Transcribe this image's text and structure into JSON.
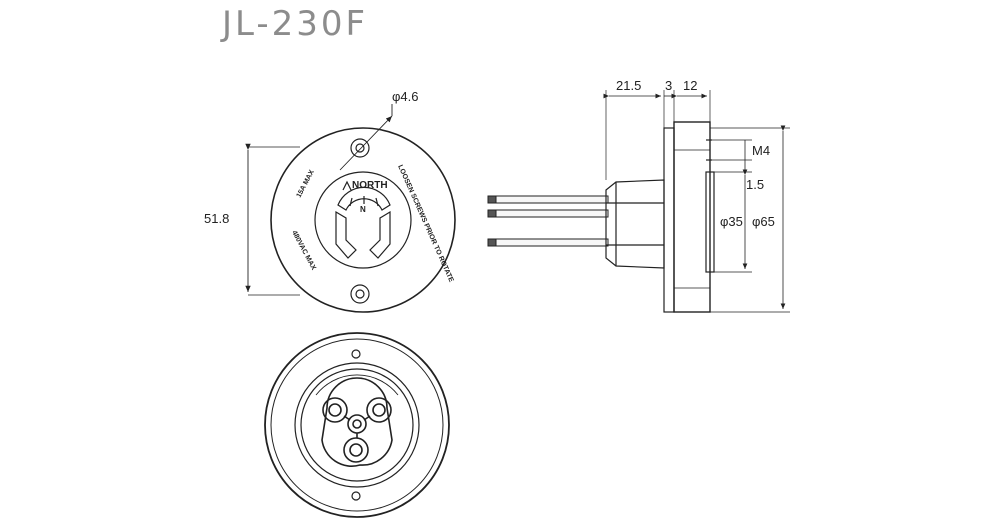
{
  "title": "JL-230F",
  "front_view": {
    "dims": {
      "height": "51.8",
      "hole": "φ4.6"
    },
    "labels": {
      "north": "NORTH",
      "rating1": "15A MAX",
      "rating2": "480VAC MAX",
      "warning": "LOOSEN SCREWS PRIOR TO ROTATE",
      "n": "N"
    }
  },
  "side_view": {
    "dims": {
      "d1": "21.5",
      "d2": "3",
      "d3": "12",
      "m4": "M4",
      "t15": "1.5",
      "d35": "φ35",
      "d65": "φ65"
    }
  },
  "colors": {
    "line": "#222222",
    "title": "#8c8c8c",
    "wire": "#555555"
  }
}
